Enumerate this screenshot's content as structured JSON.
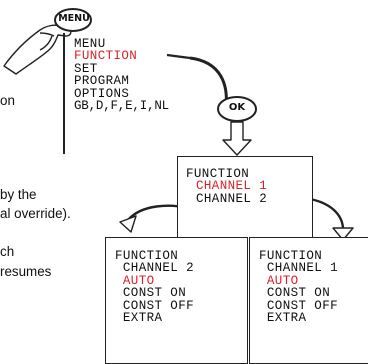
{
  "menu_button": {
    "label": "MENU"
  },
  "ok_button": {
    "label": "OK"
  },
  "menu_screen": {
    "lines": [
      {
        "text": "MENU",
        "highlight": false
      },
      {
        "text": "FUNCTION",
        "highlight": true
      },
      {
        "text": "SET",
        "highlight": false
      },
      {
        "text": "PROGRAM",
        "highlight": false
      },
      {
        "text": "OPTIONS",
        "highlight": false
      },
      {
        "text": "GB,D,F,E,I,NL",
        "highlight": false
      }
    ]
  },
  "function_screen": {
    "lines": [
      {
        "text": "FUNCTION",
        "highlight": false
      },
      {
        "text": "CHANNEL 1",
        "highlight": true
      },
      {
        "text": "CHANNEL 2",
        "highlight": false
      }
    ]
  },
  "channel2_screen": {
    "lines": [
      {
        "text": "FUNCTION",
        "highlight": false
      },
      {
        "text": " CHANNEL 2",
        "highlight": false
      },
      {
        "text": " AUTO",
        "highlight": true
      },
      {
        "text": " CONST ON",
        "highlight": false
      },
      {
        "text": " CONST OFF",
        "highlight": false
      },
      {
        "text": " EXTRA",
        "highlight": false
      }
    ]
  },
  "channel1_screen": {
    "lines": [
      {
        "text": "FUNCTION",
        "highlight": false
      },
      {
        "text": " CHANNEL 1",
        "highlight": false
      },
      {
        "text": " AUTO",
        "highlight": true
      },
      {
        "text": " CONST ON",
        "highlight": false
      },
      {
        "text": " CONST OFF",
        "highlight": false
      },
      {
        "text": " EXTRA",
        "highlight": false
      }
    ]
  },
  "side_text": {
    "fragment_on": "on",
    "fragment_line1": "by the",
    "fragment_line2": "al override).",
    "fragment_line3": "ch",
    "fragment_line4": "resumes"
  },
  "colors": {
    "highlight": "#d8232a",
    "ink": "#111111",
    "arrow_fill": "#ffffff"
  }
}
